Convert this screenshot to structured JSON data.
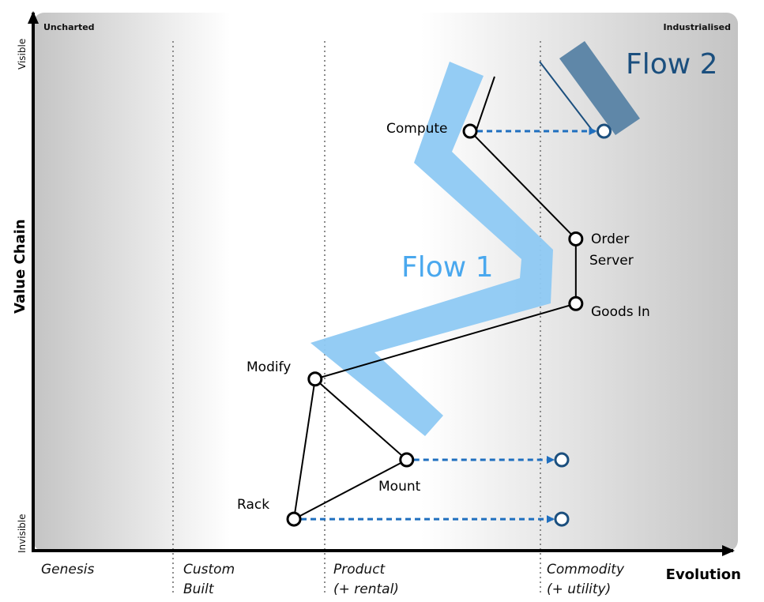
{
  "map": {
    "corner_labels": {
      "top_left": "Uncharted",
      "top_right": "Industrialised"
    },
    "y_axis": {
      "label": "Value Chain",
      "top": "Visible",
      "bottom": "Invisible"
    },
    "x_axis": {
      "label": "Evolution",
      "stages": [
        {
          "line1": "Genesis",
          "line2": ""
        },
        {
          "line1": "Custom",
          "line2": "Built"
        },
        {
          "line1": "Product",
          "line2": "(+ rental)"
        },
        {
          "line1": "Commodity",
          "line2": "(+ utility)"
        }
      ]
    },
    "components": [
      {
        "id": "compute",
        "label": "Compute",
        "evolution": 0.62,
        "visibility": 0.78
      },
      {
        "id": "order-server",
        "label": "Order Server",
        "evolution": 0.77,
        "visibility": 0.58
      },
      {
        "id": "goods-in",
        "label": "Goods In",
        "evolution": 0.77,
        "visibility": 0.46
      },
      {
        "id": "modify",
        "label": "Modify",
        "evolution": 0.4,
        "visibility": 0.32
      },
      {
        "id": "mount",
        "label": "Mount",
        "evolution": 0.53,
        "visibility": 0.17
      },
      {
        "id": "rack",
        "label": "Rack",
        "evolution": 0.37,
        "visibility": 0.06
      }
    ],
    "evolved_components": [
      {
        "id": "compute-evolved",
        "from": "compute",
        "evolution": 0.81
      },
      {
        "id": "mount-evolved",
        "from": "mount",
        "evolution": 0.75
      },
      {
        "id": "rack-evolved",
        "from": "rack",
        "evolution": 0.75
      }
    ],
    "links": [
      [
        "compute",
        "order-server"
      ],
      [
        "order-server",
        "goods-in"
      ],
      [
        "goods-in",
        "modify"
      ],
      [
        "modify",
        "mount"
      ],
      [
        "modify",
        "rack"
      ],
      [
        "rack",
        "mount"
      ]
    ],
    "flows": [
      {
        "label": "Flow 1",
        "color": "#8ec9f3",
        "text_color": "#4aa8ee"
      },
      {
        "label": "Flow 2",
        "color": "#5f87a8",
        "text_color": "#1b4f7e"
      }
    ],
    "colors": {
      "evolve_arrow": "#1f6fbf",
      "evolved_node": "#1b4f7e",
      "axis": "#000000"
    }
  }
}
